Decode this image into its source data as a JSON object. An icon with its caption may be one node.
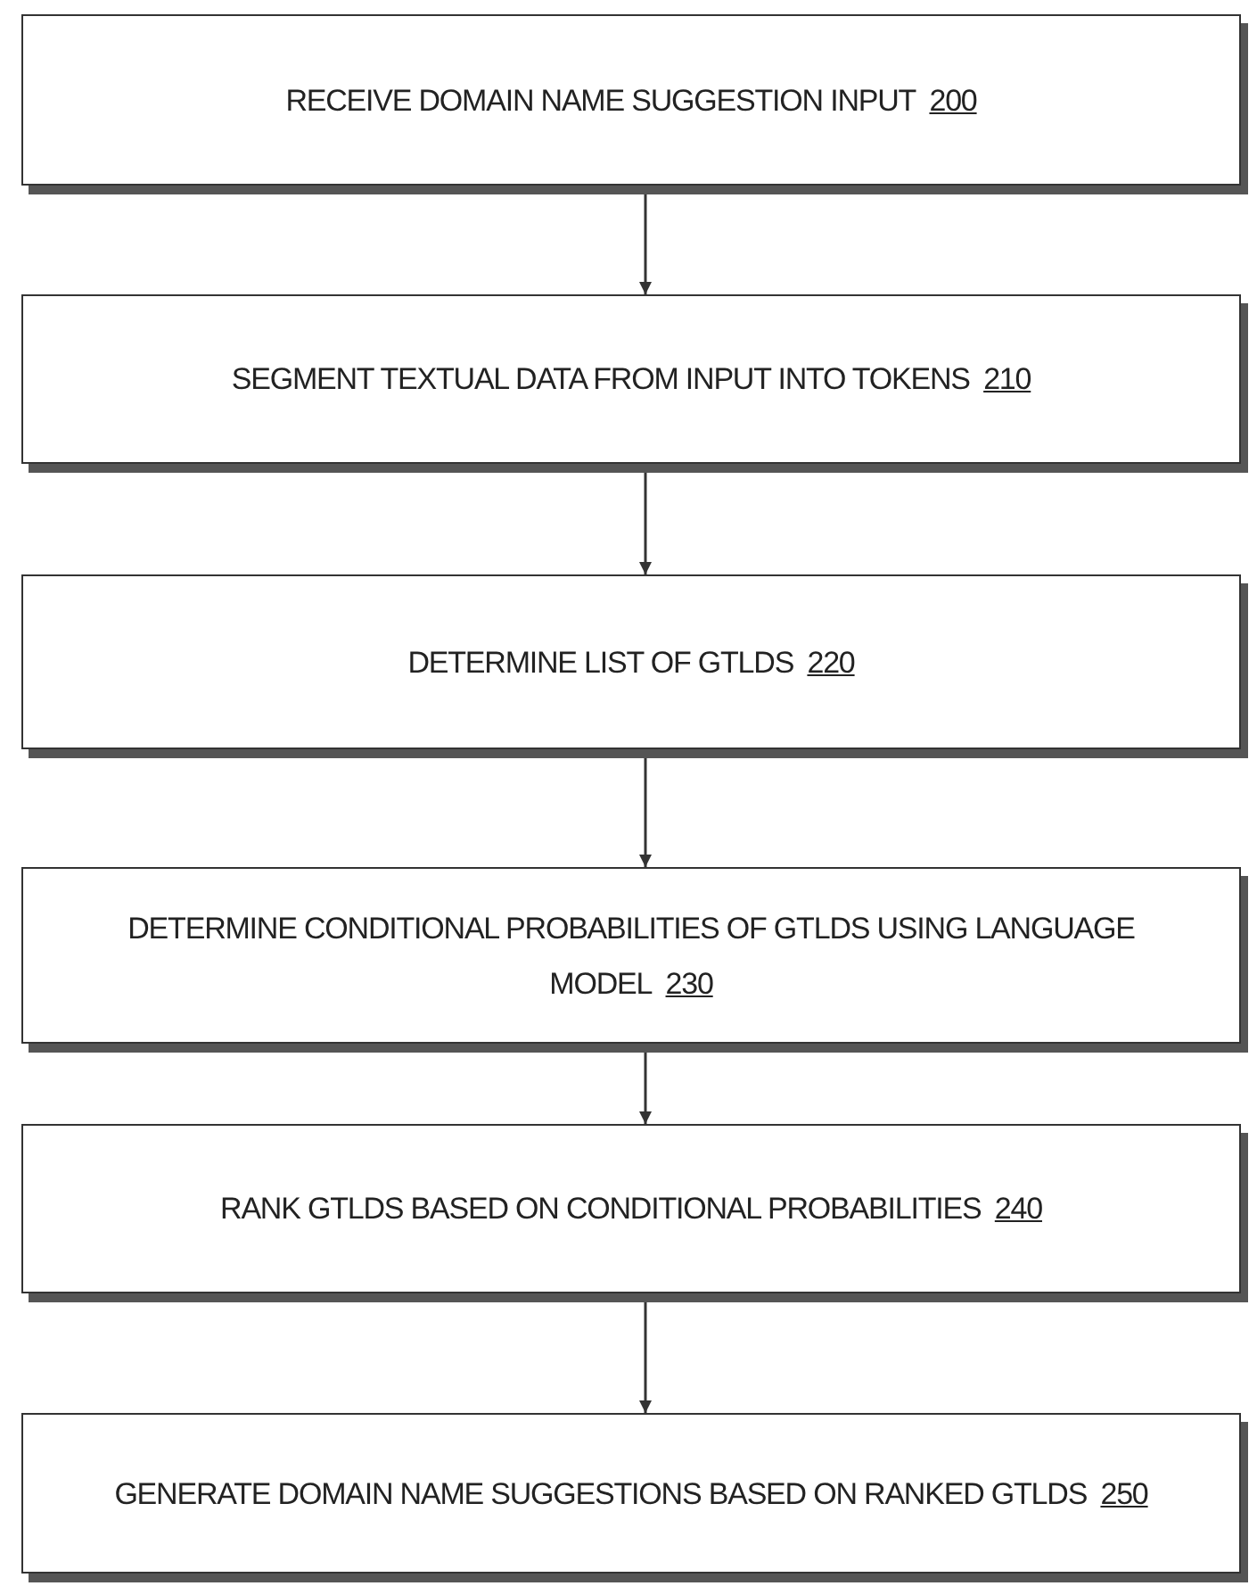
{
  "diagram": {
    "nodes": [
      {
        "text": [
          "RECEIVE DOMAIN NAME SUGGESTION INPUT",
          "200"
        ]
      },
      {
        "text": [
          "SEGMENT TEXTUAL DATA FROM INPUT INTO TOKENS",
          "210"
        ]
      },
      {
        "text": [
          "DETERMINE LIST OF GTLDS",
          "220"
        ]
      },
      {
        "text": [
          "DETERMINE CONDITIONAL PROBABILITIES OF GTLDS USING LANGUAGE MODEL",
          "230"
        ]
      },
      {
        "text": [
          "RANK GTLDS BASED ON CONDITIONAL PROBABILITIES",
          "240"
        ]
      },
      {
        "text": [
          "GENERATE DOMAIN NAME SUGGESTIONS BASED ON RANKED GTLDS",
          "250"
        ]
      }
    ],
    "edges": [
      {
        "from": 0,
        "to": 1,
        "arrow": "to"
      },
      {
        "from": 1,
        "to": 2,
        "arrow": "to"
      },
      {
        "from": 2,
        "to": 3,
        "arrow": "to"
      },
      {
        "from": 3,
        "to": 4,
        "arrow": "to"
      },
      {
        "from": 4,
        "to": 5,
        "arrow": "to"
      }
    ]
  }
}
